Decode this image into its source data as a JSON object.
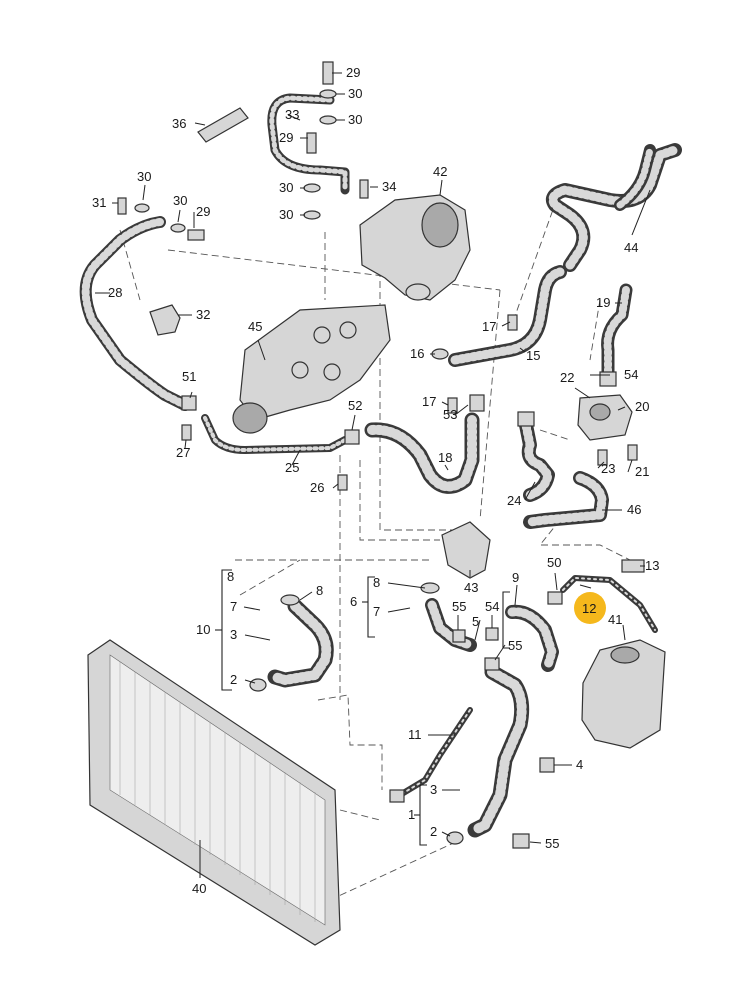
{
  "callouts": [
    "29",
    "30",
    "30",
    "33",
    "36",
    "29",
    "30",
    "30",
    "34",
    "42",
    "31",
    "30",
    "30",
    "29",
    "28",
    "32",
    "45",
    "44",
    "19",
    "17",
    "15",
    "16",
    "54",
    "22",
    "20",
    "51",
    "52",
    "53",
    "17",
    "27",
    "25",
    "18",
    "26",
    "23",
    "21",
    "24",
    "46",
    "8",
    "8",
    "7",
    "10",
    "3",
    "2",
    "43",
    "50",
    "13",
    "12",
    "6",
    "8",
    "7",
    "9",
    "55",
    "54",
    "5",
    "55",
    "41",
    "11",
    "4",
    "3",
    "1",
    "2",
    "55",
    "40"
  ],
  "highlight": {
    "label": "12",
    "color": "#f5b81c"
  },
  "colors": {
    "line": "#222222",
    "part": "#d6d6d6",
    "hose": "#3a3a3a"
  }
}
